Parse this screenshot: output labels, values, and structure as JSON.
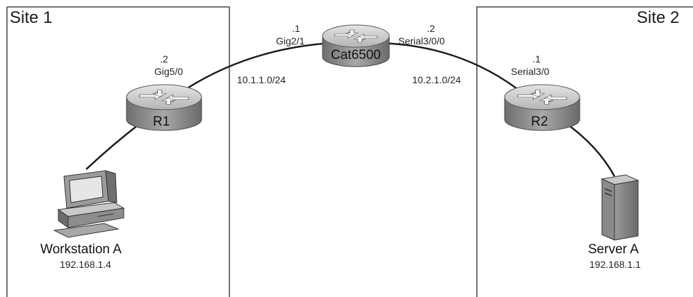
{
  "sites": [
    {
      "title": "Site 1"
    },
    {
      "title": "Site 2"
    }
  ],
  "devices": {
    "cat6500": {
      "name": "Cat6500"
    },
    "r1": {
      "name": "R1"
    },
    "r2": {
      "name": "R2"
    },
    "workstation": {
      "name": "Workstation A",
      "ip": "192.168.1.4"
    },
    "server": {
      "name": "Server A",
      "ip": "192.168.1.1"
    }
  },
  "interfaces": {
    "cat_left": {
      "host": ".1",
      "port": "Gig2/1"
    },
    "cat_right": {
      "host": ".2",
      "port": "Serial3/0/0"
    },
    "r1": {
      "host": ".2",
      "port": "Gig5/0"
    },
    "r2": {
      "host": ".1",
      "port": "Serial3/0"
    }
  },
  "networks": {
    "left": "10.1.1.0/24",
    "right": "10.2.1.0/24"
  },
  "colors": {
    "router_body": "#8f8f8f",
    "router_top": "#cfcfcf",
    "line": "#1a1a1a",
    "frame": "#444444"
  }
}
